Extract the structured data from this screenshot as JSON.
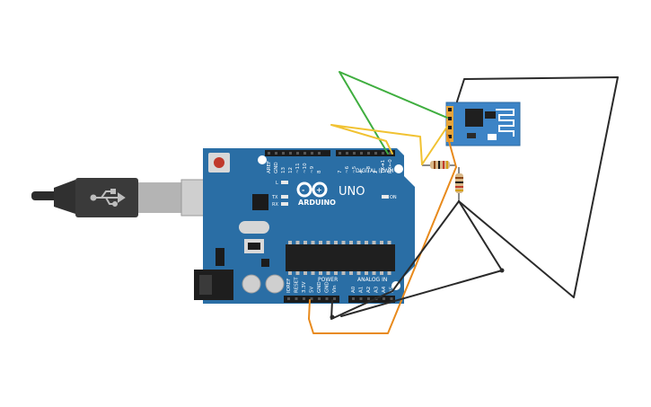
{
  "board": {
    "brand": "ARDUINO",
    "model": "UNO",
    "digital_header": "DIGITAL (PWM~)",
    "power_header": "POWER",
    "analog_header": "ANALOG IN",
    "on_label": "ON",
    "led_l": "L",
    "led_tx": "TX",
    "led_rx": "RX",
    "digital_pins": [
      "AREF",
      "GND",
      "13",
      "12",
      "~11",
      "~10",
      "~9",
      "8",
      "7",
      "~6",
      "~5",
      "4",
      "~3",
      "2",
      "TX➔1",
      "RX←0"
    ],
    "power_pins": [
      "IOREF",
      "RESET",
      "3.3V",
      "5V",
      "GND",
      "GND",
      "Vin"
    ],
    "analog_pins": [
      "A0",
      "A1",
      "A2",
      "A3",
      "A4",
      "A5"
    ]
  },
  "colors": {
    "board": "#2a6ea5",
    "board_dark": "#1f5683",
    "wire_green": "#3fae3f",
    "wire_yellow": "#f1c232",
    "wire_orange": "#e88a1c",
    "wire_black": "#2a2a2a",
    "module": "#3d84c6",
    "chip": "#2c2c2c",
    "usb_plug": "#3a3a3a"
  },
  "icons": [
    "infinity-logo-icon",
    "usb-symbol-icon"
  ]
}
